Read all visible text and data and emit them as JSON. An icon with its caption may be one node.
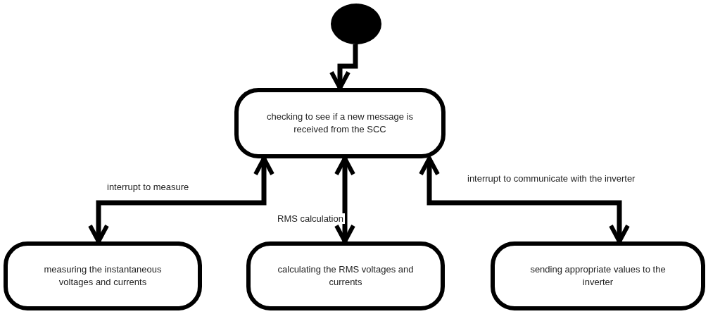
{
  "diagram": {
    "nodes": [
      {
        "text": [],
        "shape": "circle"
      },
      {
        "text": [
          "checking to see if a new message is received from the SCC"
        ]
      },
      {
        "text": [
          "measuring the instantaneous voltages and currents"
        ]
      },
      {
        "text": [
          "calculating the RMS voltages and currents"
        ]
      },
      {
        "text": [
          "sending appropriate values to the inverter"
        ]
      }
    ],
    "edges": [
      {
        "from": 0,
        "to": 1,
        "arrow": "to"
      },
      {
        "from": 1,
        "to": 2,
        "arrow": "both",
        "label": "interrupt to measure"
      },
      {
        "from": 1,
        "to": 3,
        "arrow": "both",
        "label": "RMS calculation"
      },
      {
        "from": 1,
        "to": 4,
        "arrow": "both",
        "label": "interrupt to communicate with the inverter"
      }
    ]
  }
}
